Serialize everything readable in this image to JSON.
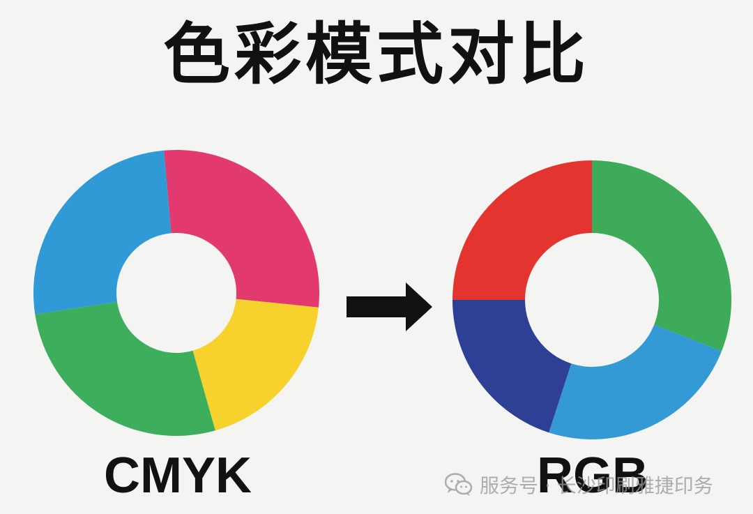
{
  "title": "色彩模式对比",
  "colors": {
    "background": "#f4f4f2",
    "arrow": "#111111"
  },
  "wheels": [
    {
      "label": "CMYK",
      "segments": [
        {
          "color": "#e23a6e",
          "share": 0.28
        },
        {
          "color": "#f7d22c",
          "share": 0.19
        },
        {
          "color": "#3cae5c",
          "share": 0.27
        },
        {
          "color": "#2f9ad6",
          "share": 0.26
        }
      ]
    },
    {
      "label": "RGB",
      "segments": [
        {
          "color": "#3eab5a",
          "share": 0.31
        },
        {
          "color": "#339ad6",
          "share": 0.24
        },
        {
          "color": "#2e3f96",
          "share": 0.2
        },
        {
          "color": "#e3342f",
          "share": 0.25
        }
      ]
    }
  ],
  "arrow_icon": "arrow-right-icon",
  "watermark": {
    "icon": "wechat-icon",
    "text": "服务号 · 长沙印刷雅捷印务"
  }
}
